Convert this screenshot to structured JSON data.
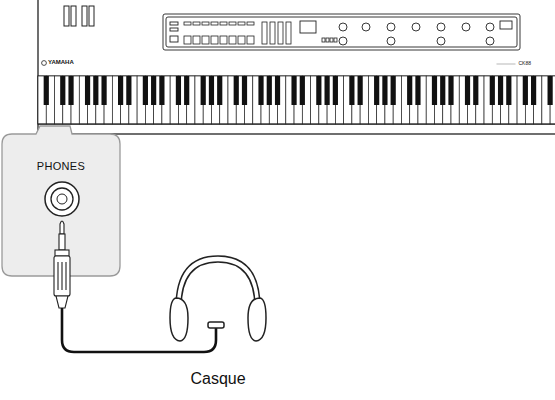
{
  "diagram": {
    "nodes": [
      {
        "text": [
          "PHONES"
        ]
      }
    ],
    "labels": [
      "Casque",
      "YAMAHA",
      "CK88"
    ]
  }
}
